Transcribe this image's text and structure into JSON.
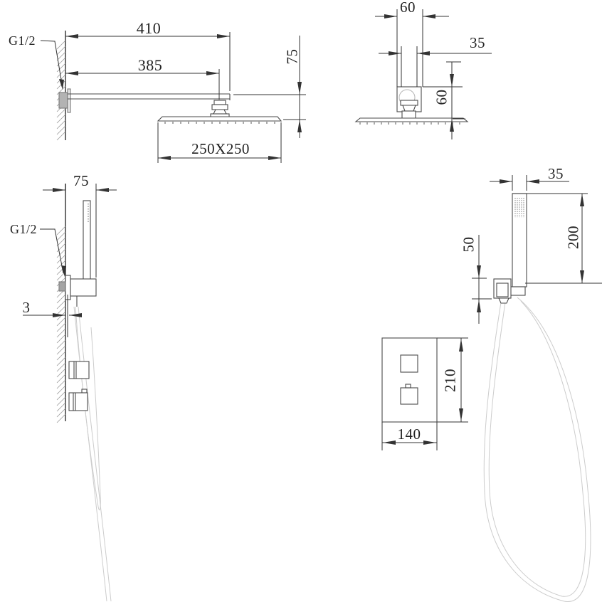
{
  "drawing": {
    "type": "technical-dimension-drawing",
    "subject": "concealed thermostatic shower set with rain head, hand shower and mixer plate",
    "colors": {
      "background": "#ffffff",
      "line": "#4a4a4a",
      "dimension_line": "#333333",
      "hatch": "#999999",
      "hose": "#cccccc",
      "fitting_fill": "#b3b3b3",
      "text": "#222222"
    },
    "views": {
      "rain_shower_side": {
        "thread": "G1/2",
        "arm_length": "410",
        "arm_to_head_center": "385",
        "head_drop": "75",
        "head_size": "250X250"
      },
      "rain_shower_front": {
        "connector_width": "60",
        "joint_width": "35",
        "connector_height": "60"
      },
      "hand_shower_side": {
        "holder_depth": "75",
        "thread": "G1/2",
        "wall_offset": "3"
      },
      "hand_shower_front": {
        "handle_width": "35",
        "handle_length": "200",
        "holder_height": "50"
      },
      "mixer_front": {
        "plate_width": "140",
        "plate_height": "210"
      }
    }
  }
}
